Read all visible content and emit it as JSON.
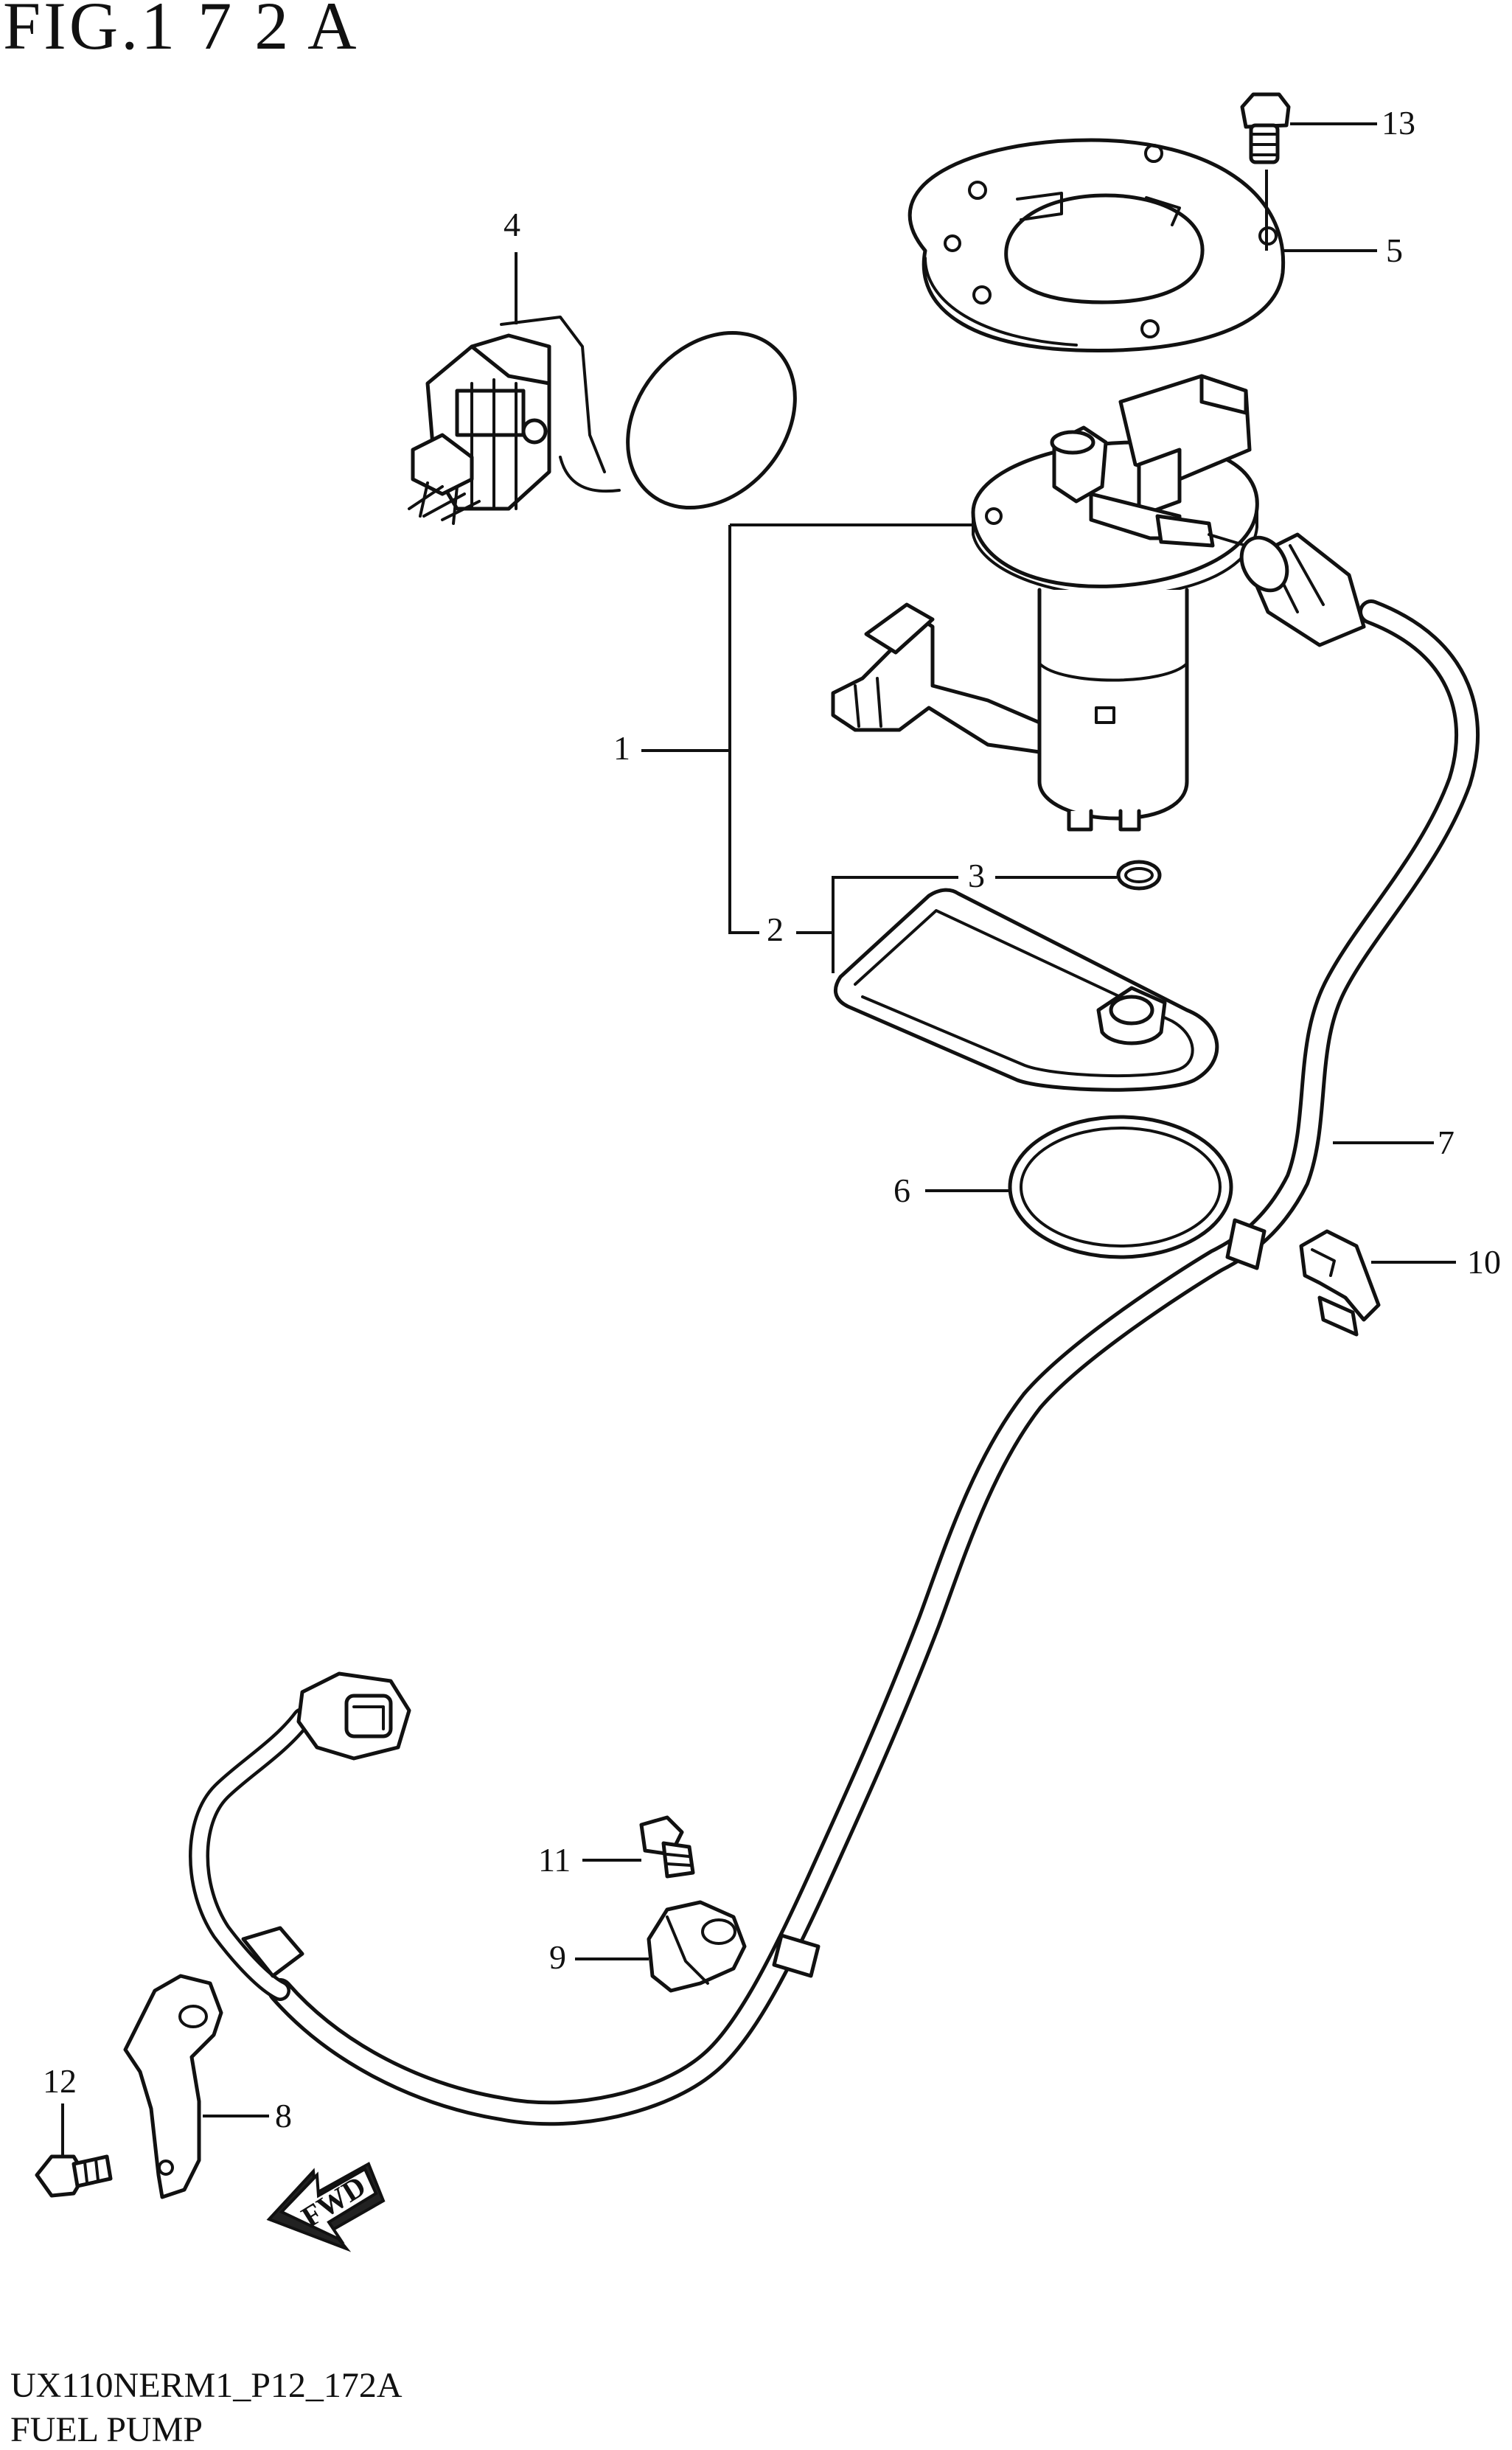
{
  "figure": {
    "title": "FIG.1 7 2 A",
    "diagram_code": "UX110NERM1_P12_172A",
    "diagram_name": "FUEL PUMP"
  },
  "callouts": [
    "1",
    "2",
    "3",
    "4",
    "5",
    "6",
    "7",
    "8",
    "9",
    "10",
    "11",
    "12",
    "13"
  ],
  "direction_label": "FWD"
}
